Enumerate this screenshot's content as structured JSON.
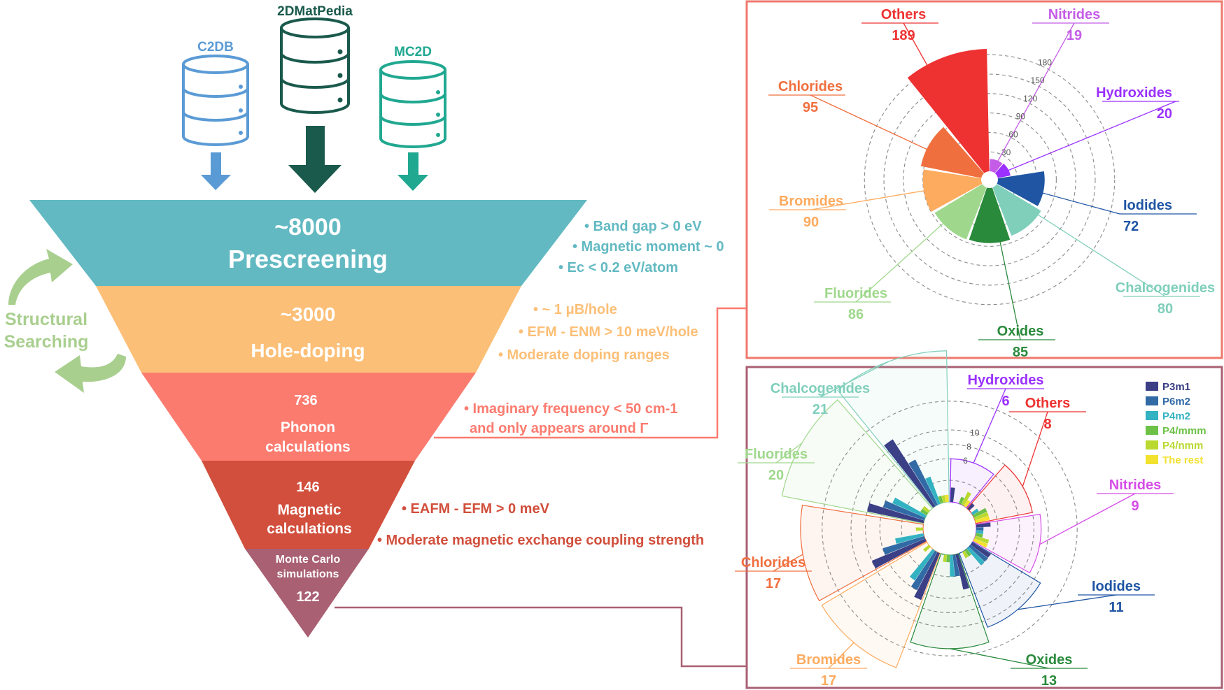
{
  "databases": {
    "c2db": "C2DB",
    "matpedia": "2DMatPedia",
    "mc2d": "MC2D"
  },
  "funnel": {
    "stage1_count": "~8000",
    "stage1_name": "Prescreening",
    "stage2_count": "~3000",
    "stage2_name": "Hole-doping",
    "stage3_count": "736",
    "stage3_name_1": "Phonon",
    "stage3_name_2": "calculations",
    "stage4_count": "146",
    "stage4_name_1": "Magnetic",
    "stage4_name_2": "calculations",
    "stage5_name_1": "Monte Carlo",
    "stage5_name_2": "simulations",
    "stage5_count": "122"
  },
  "structural_searching": [
    "Structural",
    "Searching"
  ],
  "criteria": {
    "c1": "• Band gap > 0 eV",
    "c2": "• Magnetic moment ~ 0",
    "c3": "• Ec < 0.2 eV/atom",
    "c4": "• ~ 1 μB/hole",
    "c5": "• EFM - ENM > 10 meV/hole",
    "c6": "• Moderate doping ranges",
    "c7": "• Imaginary frequency < 50 cm-1",
    "c7b": "and only appears around Γ",
    "c8": "• EAFM - EFM > 0 meV",
    "c9": "• Moderate magnetic exchange coupling strength"
  },
  "colors": {
    "teal": "#62b9c2",
    "orange": "#fcbf77",
    "salmon": "#fc7b6f",
    "red": "#d14f3c",
    "mauve": "#a96073",
    "c2db": "#5b9bd5",
    "matpedia": "#1a5a4c",
    "mc2d": "#21a891",
    "green_arrow": "#a9cf8f"
  },
  "chart_data": [
    {
      "type": "rose",
      "rticks": [
        30,
        60,
        90,
        120,
        150,
        180
      ],
      "categories": [
        {
          "name": "Nitrides",
          "value": 19,
          "color": "#c45ce8"
        },
        {
          "name": "Hydroxides",
          "value": 20,
          "color": "#9b30ff"
        },
        {
          "name": "Iodides",
          "value": 72,
          "color": "#1f55a3"
        },
        {
          "name": "Chalcogenides",
          "value": 80,
          "color": "#7fcfbb"
        },
        {
          "name": "Oxides",
          "value": 85,
          "color": "#2a8a3c"
        },
        {
          "name": "Fluorides",
          "value": 86,
          "color": "#9fd88c"
        },
        {
          "name": "Bromides",
          "value": 90,
          "color": "#fdab5f"
        },
        {
          "name": "Chlorides",
          "value": 95,
          "color": "#f06f3e"
        },
        {
          "name": "Others",
          "value": 189,
          "color": "#ee3232"
        }
      ]
    },
    {
      "type": "grouped-rose",
      "rticks": [
        6,
        8,
        10
      ],
      "legend": [
        {
          "name": "P3m1",
          "color": "#3a3f86"
        },
        {
          "name": "P6m2",
          "color": "#326aa6"
        },
        {
          "name": "P4m2",
          "color": "#33b2c2"
        },
        {
          "name": "P4/mmm",
          "color": "#6cc146"
        },
        {
          "name": "P4/nmm",
          "color": "#b9d931"
        },
        {
          "name": "The rest",
          "color": "#f2e22e"
        }
      ],
      "categories": [
        {
          "name": "Hydroxides",
          "value": 6,
          "color": "#9b30ff",
          "counts": [
            2,
            0,
            0,
            1,
            2,
            1
          ]
        },
        {
          "name": "Others",
          "value": 8,
          "color": "#ee3232",
          "counts": [
            1,
            0,
            1,
            2,
            2,
            2
          ]
        },
        {
          "name": "Nitrides",
          "value": 9,
          "color": "#d64ce8",
          "counts": [
            2,
            1,
            1,
            1,
            2,
            2
          ]
        },
        {
          "name": "Iodides",
          "value": 11,
          "color": "#1f55a3",
          "counts": [
            3,
            3,
            3,
            1,
            1,
            0
          ]
        },
        {
          "name": "Oxides",
          "value": 13,
          "color": "#2a8a3c",
          "counts": [
            5,
            3,
            3,
            1,
            1,
            0
          ]
        },
        {
          "name": "Bromides",
          "value": 17,
          "color": "#fdab5f",
          "counts": [
            7,
            6,
            5,
            0,
            1,
            0
          ]
        },
        {
          "name": "Chlorides",
          "value": 17,
          "color": "#f06f3e",
          "counts": [
            8,
            6,
            4,
            0,
            1,
            0
          ]
        },
        {
          "name": "Fluorides",
          "value": 20,
          "color": "#9fd88c",
          "counts": [
            8,
            6,
            5,
            1,
            1,
            0
          ]
        },
        {
          "name": "Chalcogenides",
          "value": 21,
          "color": "#7fcfbb",
          "counts": [
            11,
            7,
            4,
            1,
            1,
            1
          ]
        }
      ]
    }
  ]
}
